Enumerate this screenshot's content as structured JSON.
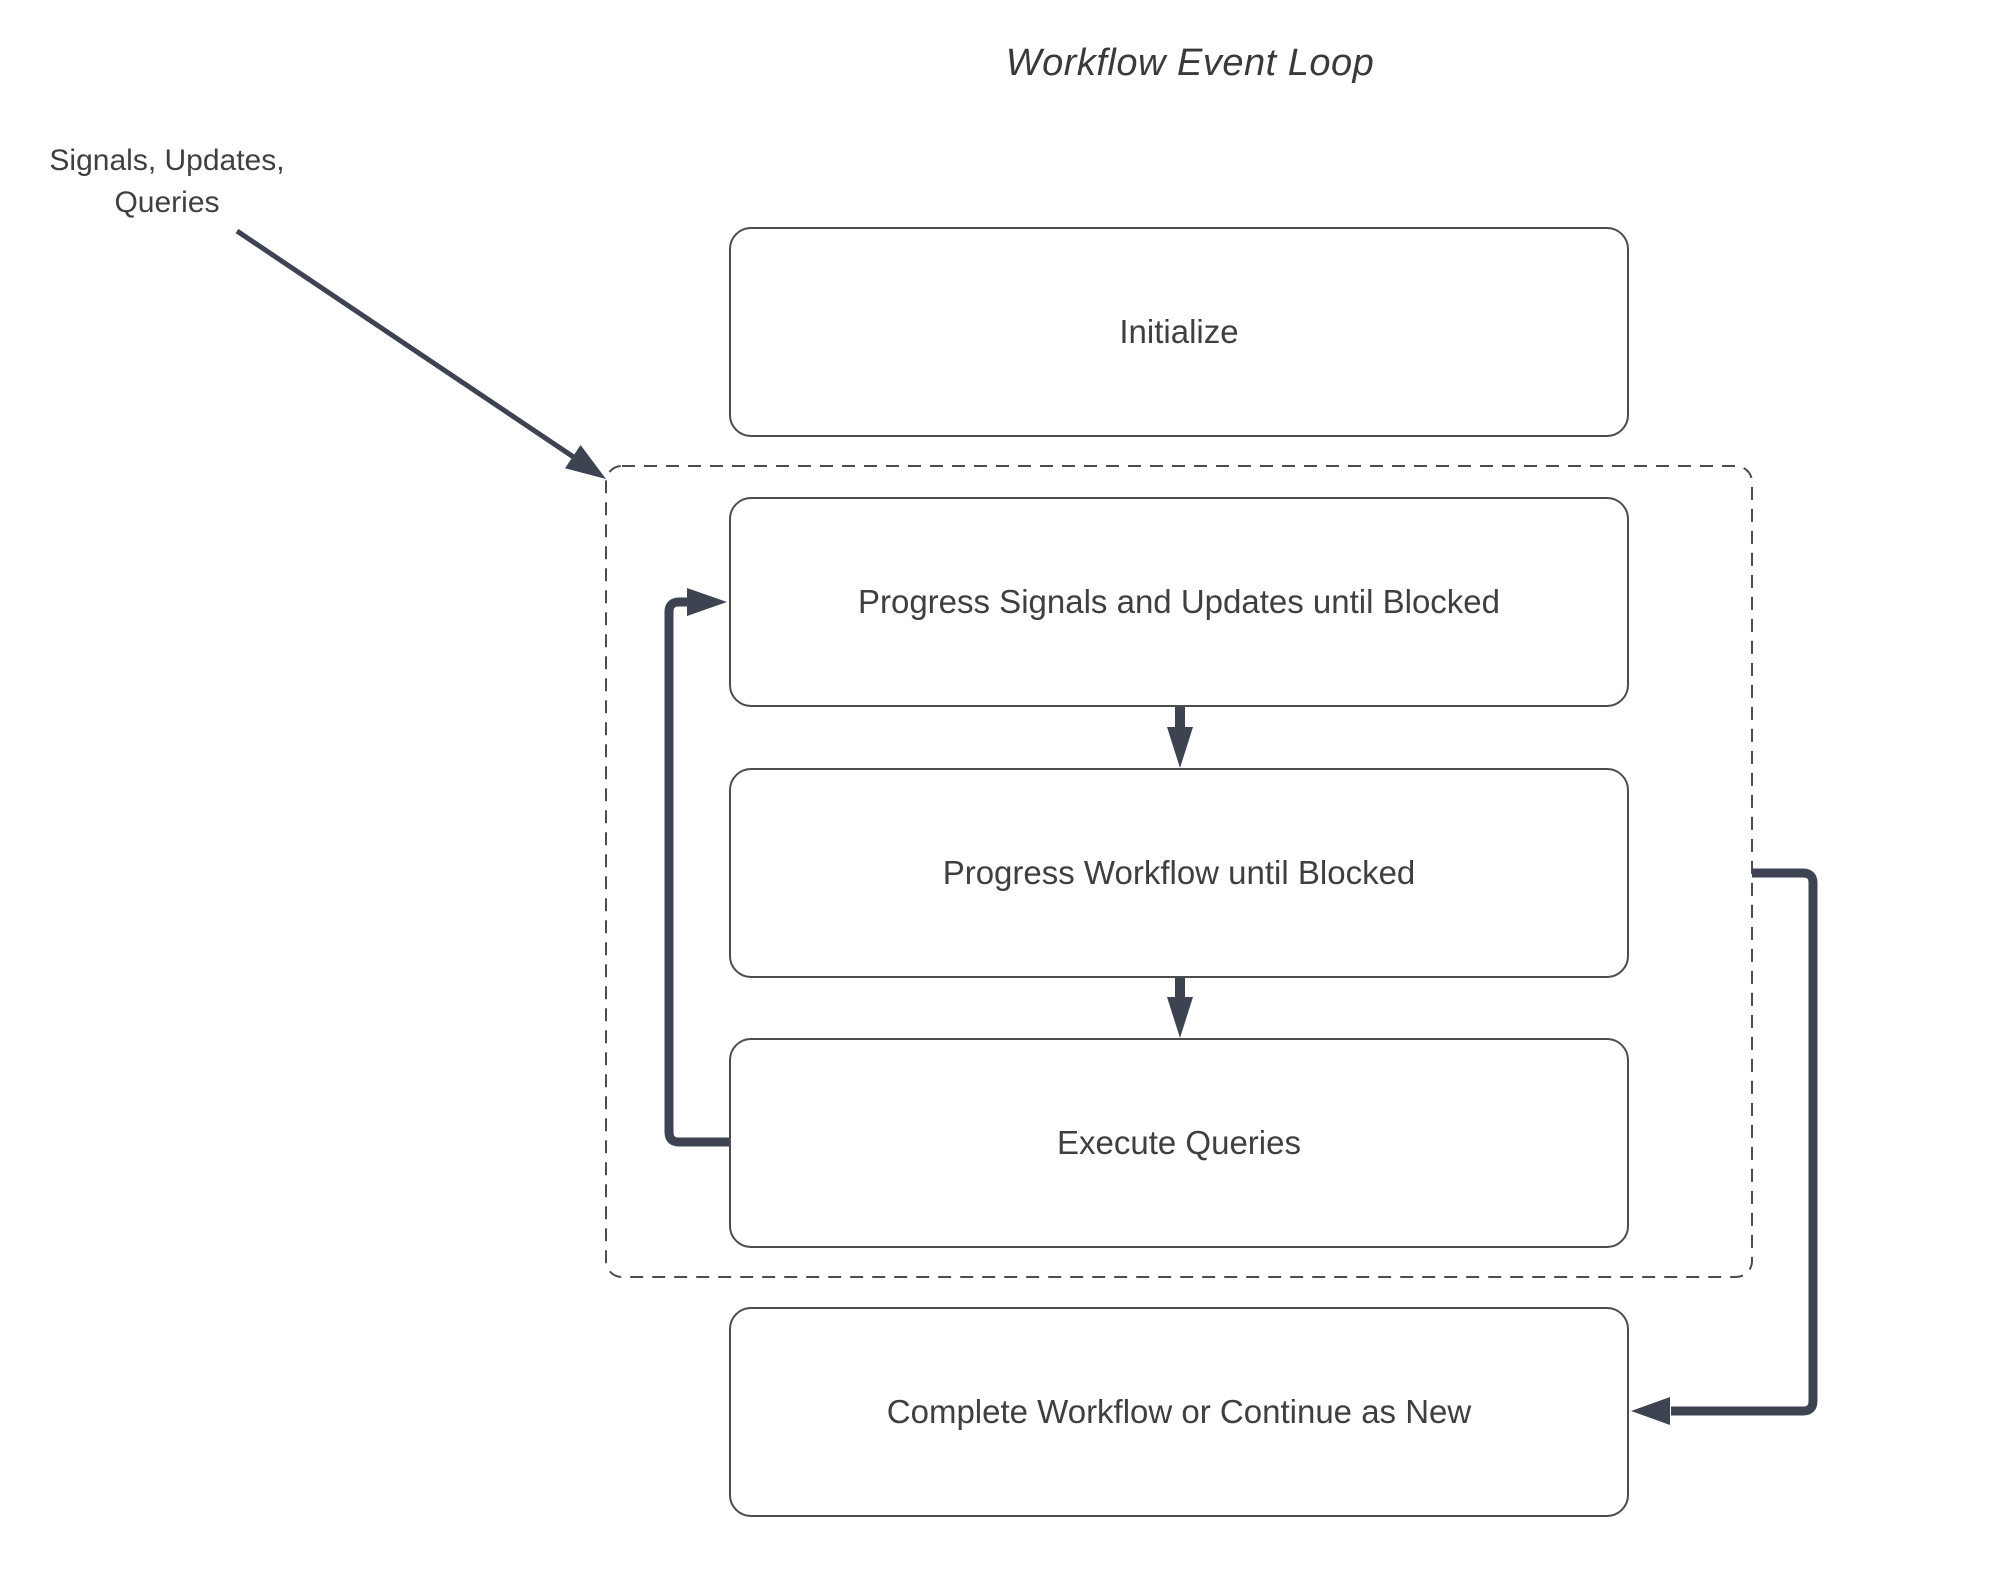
{
  "title": "Workflow Event Loop",
  "colors": {
    "connector": "#3d4350",
    "box-border": "#4c4c4c",
    "boundary": "#4c4c4c",
    "text": "#3f3f3f",
    "bg": "#ffffff"
  },
  "external_input": {
    "line1": "Signals, Updates,",
    "line2": "Queries"
  },
  "nodes": {
    "initialize": "Initialize",
    "progress_signals": "Progress Signals and Updates until Blocked",
    "progress_workflow": "Progress Workflow until Blocked",
    "execute_queries": "Execute Queries",
    "complete_workflow": "Complete Workflow or Continue as New"
  }
}
